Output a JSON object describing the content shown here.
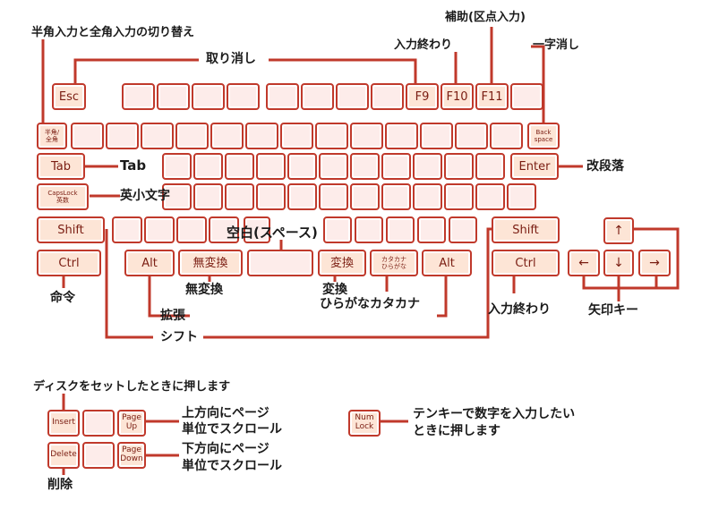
{
  "colors": {
    "key_border": "#c0392b",
    "key_fill": "#fdecea",
    "line": "#c0392b",
    "text": "#1a1a1a"
  },
  "keys": {
    "esc": "Esc",
    "f9": "F9",
    "f10": "F10",
    "f11": "F11",
    "hankaku": "半角/\n全角",
    "backspace": "Back\nspace",
    "tab": "Tab",
    "enter": "Enter",
    "capslock": "CapsLock\n英数",
    "shift_left": "Shift",
    "shift_right": "Shift",
    "ctrl_left": "Ctrl",
    "ctrl_right": "Ctrl",
    "alt_left": "Alt",
    "alt_right": "Alt",
    "muhenkan": "無変換",
    "henkan": "変換",
    "katakana": "カタカナ\nひらがな",
    "arrow_up": "↑",
    "arrow_down": "↓",
    "arrow_left": "←",
    "arrow_right": "→",
    "insert": "Insert",
    "delete": "Delete",
    "page_up": "Page\nUp",
    "page_down": "Page\nDown",
    "num_lock": "Num\nLock"
  },
  "labels": {
    "hankaku_zenkaku": "半角入力と全角入力の切り替え",
    "torikeshi": "取り消し",
    "nyuryoku_owari_top": "入力終わり",
    "hojo": "補助(区点入力)",
    "ichiji_keshi": "一字消し",
    "tab": "Tab",
    "kaidanraku": "改段落",
    "eishomoji": "英小文字",
    "kuhaku": "空白(スペース)",
    "meirei": "命令",
    "muhenkan": "無変換",
    "henkan": "変換",
    "hiragana_katakana": "ひらがなカタカナ",
    "kakucho": "拡張",
    "shift": "シフト",
    "nyuryoku_owari_bottom": "入力終わり",
    "yajirushi": "矢印キー",
    "disk": "ディスクをセットしたときに押します",
    "page_up_desc_1": "上方向にページ",
    "page_up_desc_2": "単位でスクロール",
    "page_down_desc_1": "下方向にページ",
    "page_down_desc_2": "単位でスクロール",
    "sakujo": "削除",
    "numlock_desc_1": "テンキーで数字を入力したい",
    "numlock_desc_2": "ときに押します"
  }
}
